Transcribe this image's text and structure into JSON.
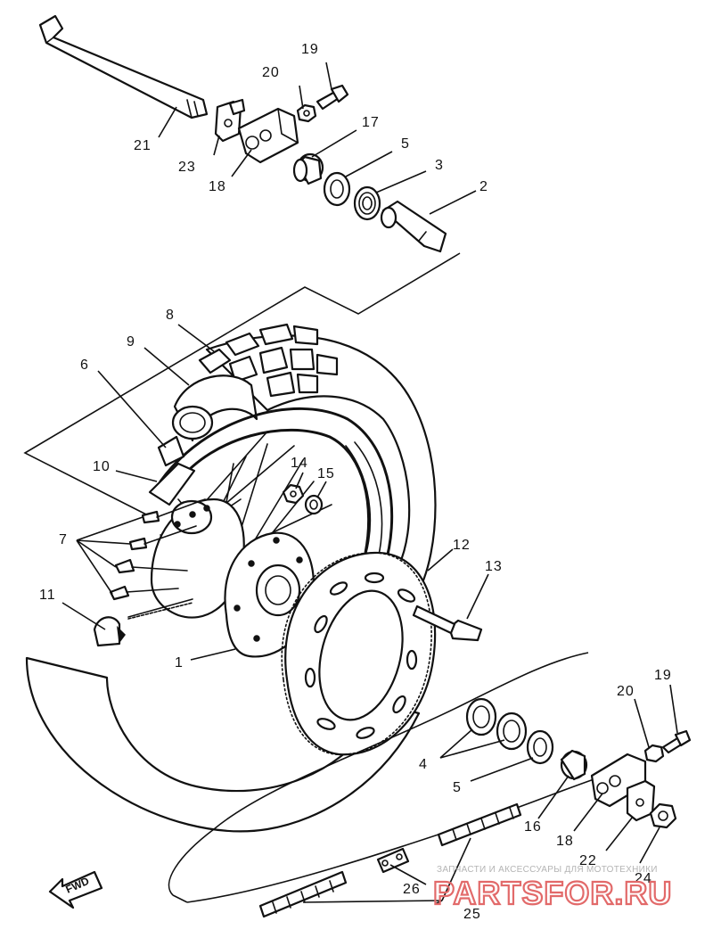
{
  "callouts": {
    "c1": "1",
    "c2": "2",
    "c3": "3",
    "c4": "4",
    "c5a": "5",
    "c5b": "5",
    "c6": "6",
    "c7": "7",
    "c8": "8",
    "c9": "9",
    "c10": "10",
    "c11": "11",
    "c12": "12",
    "c13": "13",
    "c14": "14",
    "c15": "15",
    "c16": "16",
    "c17": "17",
    "c18a": "18",
    "c18b": "18",
    "c19a": "19",
    "c19b": "19",
    "c20a": "20",
    "c20b": "20",
    "c21": "21",
    "c22": "22",
    "c23": "23",
    "c24": "24",
    "c25": "25",
    "c26": "26"
  },
  "fwd_label": "FWD",
  "watermark": {
    "caption": "ЗАПЧАСТИ И АКСЕССУАРЫ ДЛЯ МОТОТЕХНИКИ",
    "brand": "PARTSFOR.RU"
  },
  "colors": {
    "line": "#111111",
    "watermark_caption": "#b4b4b4",
    "watermark_brand": "#e26a6a"
  }
}
